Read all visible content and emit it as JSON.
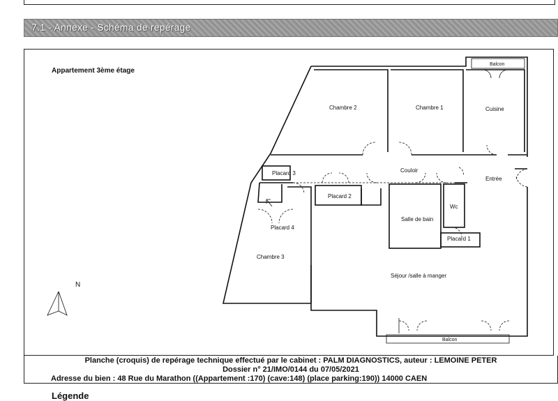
{
  "section": {
    "title": "7.1 - Annexe - Schéma de repérage"
  },
  "plan": {
    "title": "Appartement 3ème étage",
    "north": "N",
    "rooms": {
      "chambre2": "Chambre 2",
      "chambre1": "Chambre 1",
      "cuisine": "Cuisine",
      "balcon_top": "Balcon",
      "placard3": "Placard 3",
      "couloir": "Couloir",
      "entree": "Entrée",
      "placard2": "Placard 2",
      "wc": "Wc",
      "salle_de_bain": "Salle de bain",
      "placard4": "Placard 4",
      "placard1": "Placard 1",
      "chambre3": "Chambre 3",
      "sejour": "Séjour /salle à manger",
      "balcon_bottom": "Balcon"
    }
  },
  "footer": {
    "line1": "Planche (croquis) de repérage technique effectué par le cabinet : PALM DIAGNOSTICS, auteur : LEMOINE PETER",
    "line2": "Dossier n° 21/IMO/0144 du 07/05/2021",
    "line3": "Adresse du bien : 48 Rue du Marathon ((Appartement :170) (cave:148) (place parking:190)) 14000 CAEN"
  },
  "legend": {
    "title": "Légende"
  }
}
